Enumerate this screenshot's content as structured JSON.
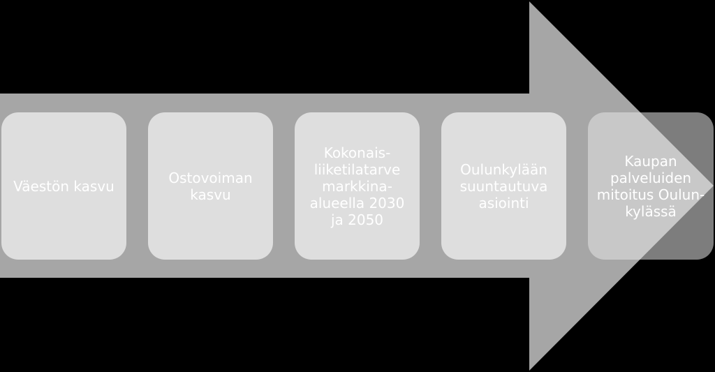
{
  "colors": {
    "background": "#000000",
    "arrow": "#a6a6a6",
    "box": "#e4e4e4",
    "text": "#ffffff"
  },
  "steps": [
    {
      "label": "Väestön kasvu"
    },
    {
      "label": "Ostovoiman kasvu"
    },
    {
      "label": "Kokonais-liiketilatarve markkina-alueella 2030 ja 2050"
    },
    {
      "label": "Oulunkylään suuntautuva asiointi"
    },
    {
      "label": "Kaupan palveluiden mitoitus Oulun-kylässä"
    }
  ]
}
